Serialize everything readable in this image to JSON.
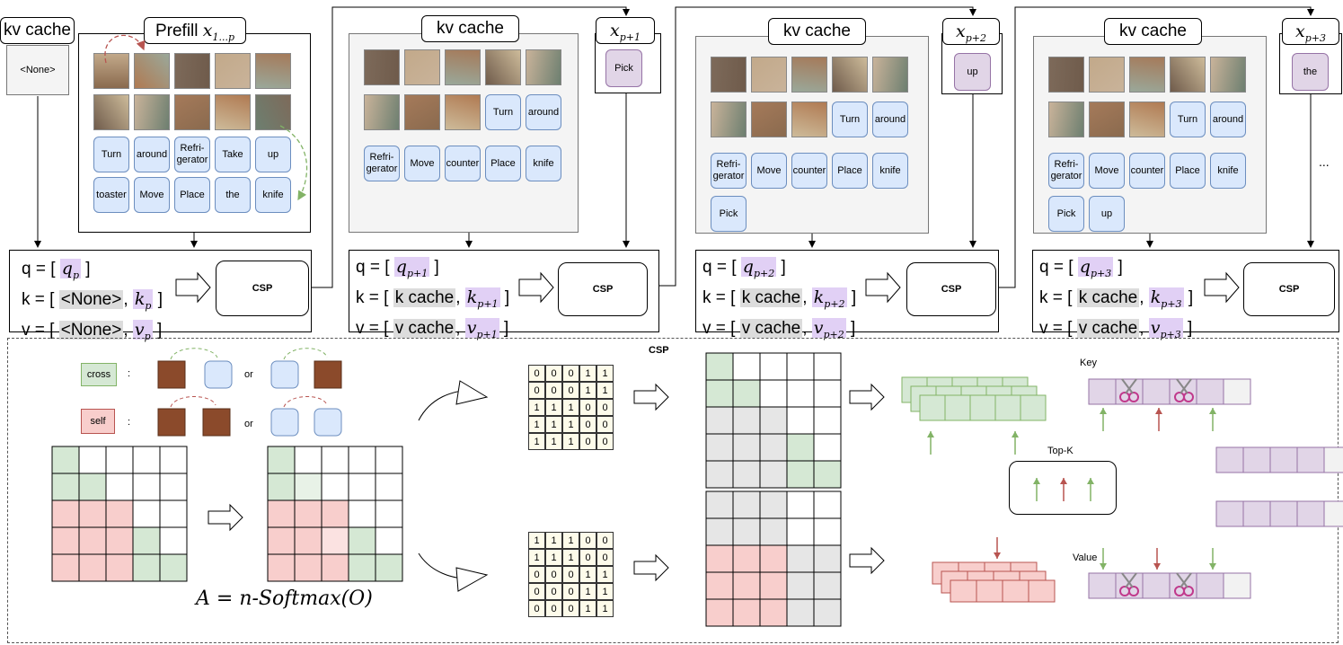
{
  "kv_cache_label": "kv cache",
  "none_label": "<None>",
  "prefill_label": "Prefill ",
  "prefill_sub": "x",
  "prefill_subscript": "1...p",
  "csp_label": "CSP",
  "stage1": {
    "tokens_row1": [
      "Turn",
      "around",
      "Refri-\ngerator",
      "Take",
      "up"
    ],
    "tokens_row2": [
      "toaster",
      "Move",
      "Place",
      "the",
      "knife"
    ],
    "q": [
      "q = [ ",
      "q",
      "p",
      " ]"
    ],
    "k": [
      "k = [ ",
      "<None>",
      ", ",
      "k",
      "p",
      " ]"
    ],
    "v": [
      "v = [ ",
      "<None>",
      ", ",
      "v",
      "p",
      " ]"
    ]
  },
  "stage2": {
    "x_label": "x",
    "x_sub": "p+1",
    "new_token": "Pick",
    "tokens": [
      "Turn",
      "around",
      "Refri-\ngerator",
      "Move",
      "counter",
      "Place",
      "knife"
    ],
    "q_sub": "p+1",
    "k_cache": "k cache",
    "v_cache": "v cache"
  },
  "stage3": {
    "x_label": "x",
    "x_sub": "p+2",
    "new_token": "up",
    "tokens": [
      "Turn",
      "around",
      "Refri-\ngerator",
      "Move",
      "counter",
      "Place",
      "knife",
      "Pick"
    ],
    "q_sub": "p+2",
    "k_cache": "k cache",
    "v_cache": "v cache"
  },
  "stage4": {
    "x_label": "x",
    "x_sub": "p+3",
    "new_token": "the",
    "tokens": [
      "Turn",
      "around",
      "Refri-\ngerator",
      "Move",
      "counter",
      "Place",
      "knife",
      "Pick",
      "up"
    ],
    "q_sub": "p+3",
    "k_cache": "k cache",
    "v_cache": "v cache",
    "ellipsis": "..."
  },
  "qkv_prefix": {
    "q": "q = [ ",
    "k": "k = [ ",
    "v": "v = [ "
  },
  "bottom": {
    "title": "CSP",
    "cross_label": "cross",
    "self_label": "self",
    "colon": ":",
    "or_label": "or",
    "formula_lhs": "A",
    "formula_rhs": "n-Softmax(O)",
    "key_label": "Key",
    "value_label": "Value",
    "topk_label": "Top-K",
    "mask_top": [
      [
        0,
        0,
        0,
        1,
        1
      ],
      [
        0,
        0,
        0,
        1,
        1
      ],
      [
        1,
        1,
        1,
        0,
        0
      ],
      [
        1,
        1,
        1,
        0,
        0
      ],
      [
        1,
        1,
        1,
        0,
        0
      ]
    ],
    "mask_bottom": [
      [
        1,
        1,
        1,
        0,
        0
      ],
      [
        1,
        1,
        1,
        0,
        0
      ],
      [
        0,
        0,
        0,
        1,
        1
      ],
      [
        0,
        0,
        0,
        1,
        1
      ],
      [
        0,
        0,
        0,
        1,
        1
      ]
    ]
  },
  "colors": {
    "token_blue": "#dae8fc",
    "token_purple": "#e1d5e7",
    "cross_green": "#d5e8d4",
    "self_red": "#f8cecc",
    "highlight_purple": "#e1d0f5",
    "highlight_gray": "#dcdcdc"
  }
}
